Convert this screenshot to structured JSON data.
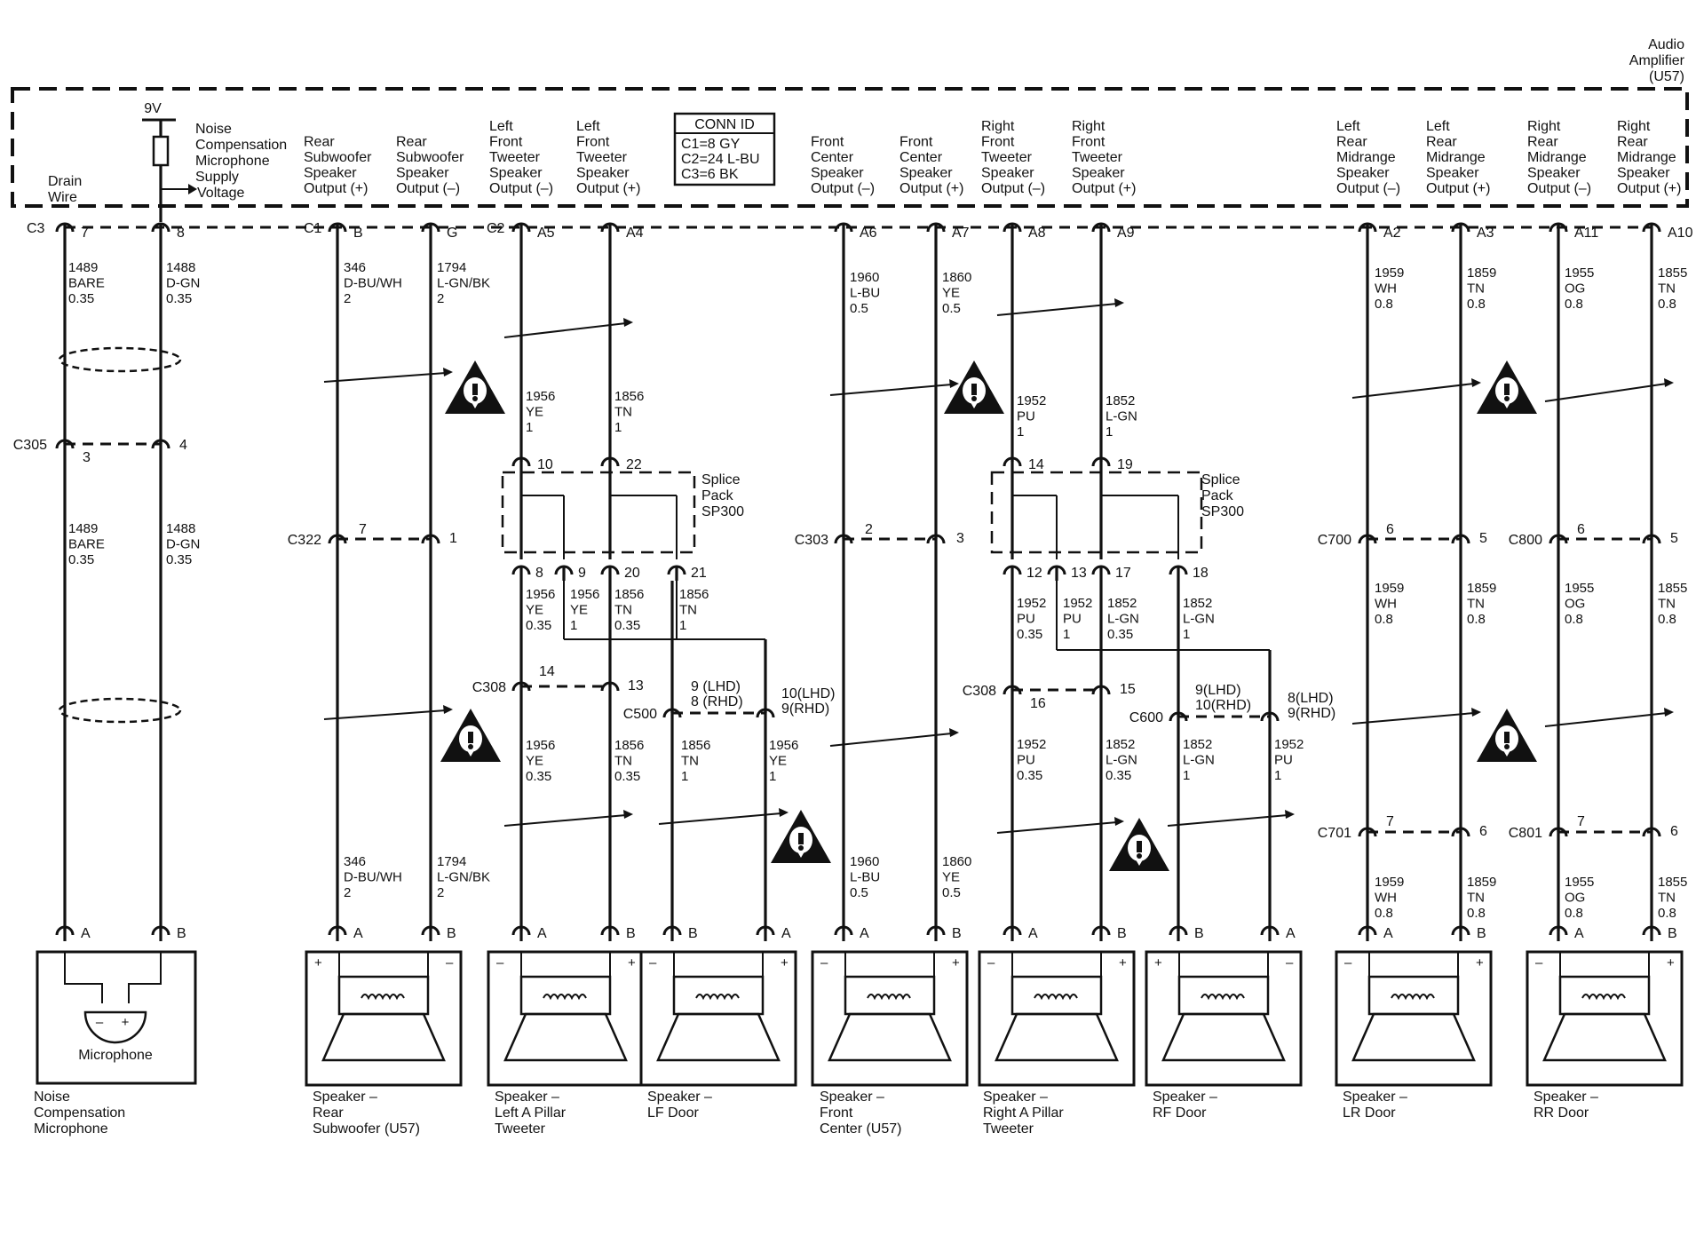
{
  "module": {
    "line1": "Audio",
    "line2": "Amplifier",
    "line3": "(U57)"
  },
  "conn_id": {
    "title": "CONN ID",
    "rows": [
      "C1=8 GY",
      "C2=24 L-BU",
      "C3=6 BK"
    ]
  },
  "supply": {
    "voltage": "9V"
  },
  "noise_supply_label": [
    "Noise",
    "Compensation",
    "Microphone",
    "Supply",
    "Voltage"
  ],
  "drain_label": [
    "Drain",
    "Wire"
  ],
  "column_headers": [
    [
      "Rear",
      "Subwoofer",
      "Speaker",
      "Output (+)"
    ],
    [
      "Rear",
      "Subwoofer",
      "Speaker",
      "Output (–)"
    ],
    [
      "Left",
      "Front",
      "Tweeter",
      "Speaker",
      "Output (–)"
    ],
    [
      "Left",
      "Front",
      "Tweeter",
      "Speaker",
      "Output (+)"
    ],
    [
      "Front",
      "Center",
      "Speaker",
      "Output (–)"
    ],
    [
      "Front",
      "Center",
      "Speaker",
      "Output (+)"
    ],
    [
      "Right",
      "Front",
      "Tweeter",
      "Speaker",
      "Output (–)"
    ],
    [
      "Right",
      "Front",
      "Tweeter",
      "Speaker",
      "Output (+)"
    ],
    [
      "Left",
      "Rear",
      "Midrange",
      "Speaker",
      "Output (–)"
    ],
    [
      "Left",
      "Rear",
      "Midrange",
      "Speaker",
      "Output (+)"
    ],
    [
      "Right",
      "Rear",
      "Midrange",
      "Speaker",
      "Output (–)"
    ],
    [
      "Right",
      "Rear",
      "Midrange",
      "Speaker",
      "Output (+)"
    ]
  ],
  "module_connectors": [
    "C3",
    "C1",
    "C2"
  ],
  "module_pins": [
    "7",
    "8",
    "B",
    "G",
    "A5",
    "A4",
    "A6",
    "A7",
    "A8",
    "A9",
    "A2",
    "A3",
    "A11",
    "A10"
  ],
  "inline_connectors": [
    "C305",
    "C322",
    "C308",
    "C500",
    "C303",
    "C308",
    "C600",
    "C700",
    "C800",
    "C701",
    "C801"
  ],
  "inline_pins": [
    "3",
    "4",
    "7",
    "1",
    "14",
    "13",
    "9 (LHD)",
    "8 (RHD)",
    "10(LHD)",
    "9(RHD)",
    "2",
    "3",
    "16",
    "15",
    "9(LHD)",
    "10(RHD)",
    "8(LHD)",
    "9(RHD)",
    "6",
    "5",
    "6",
    "5",
    "7",
    "6",
    "7",
    "6"
  ],
  "splice_pins": [
    "10",
    "22",
    "8",
    "9",
    "20",
    "21",
    "14",
    "19",
    "12",
    "13",
    "17",
    "18"
  ],
  "splice_label": [
    "Splice",
    "Pack",
    "SP300"
  ],
  "wire_labels": [
    [
      "1489",
      "BARE",
      "0.35"
    ],
    [
      "1488",
      "D-GN",
      "0.35"
    ],
    [
      "1489",
      "BARE",
      "0.35"
    ],
    [
      "1488",
      "D-GN",
      "0.35"
    ],
    [
      "346",
      "D-BU/WH",
      "2"
    ],
    [
      "1794",
      "L-GN/BK",
      "2"
    ],
    [
      "346",
      "D-BU/WH",
      "2"
    ],
    [
      "1794",
      "L-GN/BK",
      "2"
    ],
    [
      "1956",
      "YE",
      "1"
    ],
    [
      "1856",
      "TN",
      "1"
    ],
    [
      "1956",
      "YE",
      "0.35"
    ],
    [
      "1956",
      "YE",
      "1"
    ],
    [
      "1856",
      "TN",
      "0.35"
    ],
    [
      "1856",
      "TN",
      "1"
    ],
    [
      "1956",
      "YE",
      "0.35"
    ],
    [
      "1856",
      "TN",
      "0.35"
    ],
    [
      "1856",
      "TN",
      "1"
    ],
    [
      "1956",
      "YE",
      "1"
    ],
    [
      "1960",
      "L-BU",
      "0.5"
    ],
    [
      "1860",
      "YE",
      "0.5"
    ],
    [
      "1960",
      "L-BU",
      "0.5"
    ],
    [
      "1860",
      "YE",
      "0.5"
    ],
    [
      "1952",
      "PU",
      "1"
    ],
    [
      "1852",
      "L-GN",
      "1"
    ],
    [
      "1952",
      "PU",
      "0.35"
    ],
    [
      "1952",
      "PU",
      "1"
    ],
    [
      "1852",
      "L-GN",
      "0.35"
    ],
    [
      "1852",
      "L-GN",
      "1"
    ],
    [
      "1952",
      "PU",
      "0.35"
    ],
    [
      "1852",
      "L-GN",
      "0.35"
    ],
    [
      "1852",
      "L-GN",
      "1"
    ],
    [
      "1952",
      "PU",
      "1"
    ],
    [
      "1959",
      "WH",
      "0.8"
    ],
    [
      "1859",
      "TN",
      "0.8"
    ],
    [
      "1955",
      "OG",
      "0.8"
    ],
    [
      "1855",
      "TN",
      "0.8"
    ],
    [
      "1959",
      "WH",
      "0.8"
    ],
    [
      "1859",
      "TN",
      "0.8"
    ],
    [
      "1955",
      "OG",
      "0.8"
    ],
    [
      "1855",
      "TN",
      "0.8"
    ],
    [
      "1959",
      "WH",
      "0.8"
    ],
    [
      "1859",
      "TN",
      "0.8"
    ],
    [
      "1955",
      "OG",
      "0.8"
    ],
    [
      "1855",
      "TN",
      "0.8"
    ]
  ],
  "component_pins": [
    "A",
    "B",
    "A",
    "B",
    "A",
    "B",
    "B",
    "A",
    "A",
    "B",
    "A",
    "B",
    "B",
    "A",
    "A",
    "B",
    "A",
    "B"
  ],
  "polarity": [
    "+",
    "–",
    "–",
    "+",
    "–",
    "+",
    "–",
    "+",
    "–",
    "+",
    "+",
    "–",
    "–",
    "+",
    "–",
    "+"
  ],
  "microphone": {
    "label": "Microphone",
    "minus": "–",
    "plus": "+"
  },
  "components": [
    [
      "Noise",
      "Compensation",
      "Microphone"
    ],
    [
      "Speaker –",
      "Rear",
      "Subwoofer (U57)"
    ],
    [
      "Speaker –",
      "Left A Pillar",
      "Tweeter"
    ],
    [
      "Speaker –",
      "LF Door"
    ],
    [
      "Speaker –",
      "Front",
      "Center (U57)"
    ],
    [
      "Speaker –",
      "Right A Pillar",
      "Tweeter"
    ],
    [
      "Speaker –",
      "RF Door"
    ],
    [
      "Speaker –",
      "LR Door"
    ],
    [
      "Speaker –",
      "RR Door"
    ]
  ]
}
